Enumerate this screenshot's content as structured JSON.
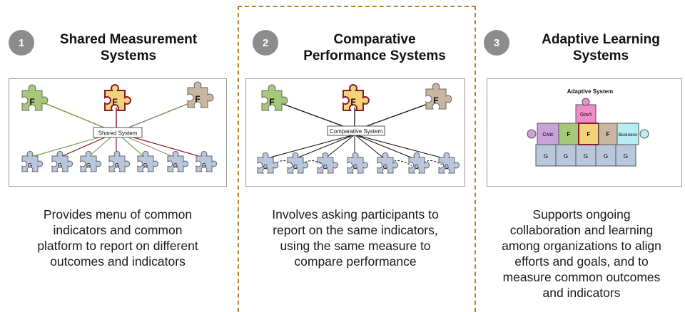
{
  "columns": [
    {
      "number": "1",
      "title_lines": [
        "Shared Measurement",
        "Systems"
      ],
      "center_label": "Shared System",
      "top_pieces": [
        "F",
        "F",
        "F"
      ],
      "bottom_pieces": [
        "G",
        "G",
        "G",
        "G",
        "G",
        "G",
        "G"
      ],
      "description_lines": [
        "Provides menu of common",
        "indicators and common",
        "platform to report on different",
        "outcomes and indicators"
      ]
    },
    {
      "number": "2",
      "title_lines": [
        "Comparative",
        "Performance Systems"
      ],
      "center_label": "Comparative System",
      "top_pieces": [
        "F",
        "F",
        "F"
      ],
      "bottom_pieces": [
        "G",
        "G",
        "G",
        "G",
        "G",
        "G",
        "G"
      ],
      "description_lines": [
        "Involves asking participants to",
        "report on the same indicators,",
        "using the same measure to",
        "compare performance"
      ]
    },
    {
      "number": "3",
      "title_lines": [
        "Adaptive Learning",
        "Systems"
      ],
      "panel_title": "Adaptive System",
      "puzzle_labels": {
        "civic": "Civic",
        "gov": "Gov't",
        "f1": "F",
        "f2": "F",
        "f3": "F",
        "business": "Business",
        "g": "G"
      },
      "description_lines": [
        "Supports ongoing",
        "collaboration and learning",
        "among organizations to align",
        "efforts and goals, and to",
        "measure common outcomes",
        "and indicators"
      ]
    }
  ],
  "colors": {
    "badge": "#8c8c8c",
    "dashed_border": "#b8862b",
    "piece_green": "#a6c87a",
    "piece_red": "#f3d27a",
    "piece_tan": "#c8b6a0",
    "piece_blue": "#b9c7dd",
    "line_green": "#7aa64a",
    "line_red": "#8b1a2b",
    "line_tan": "#9c8770"
  }
}
